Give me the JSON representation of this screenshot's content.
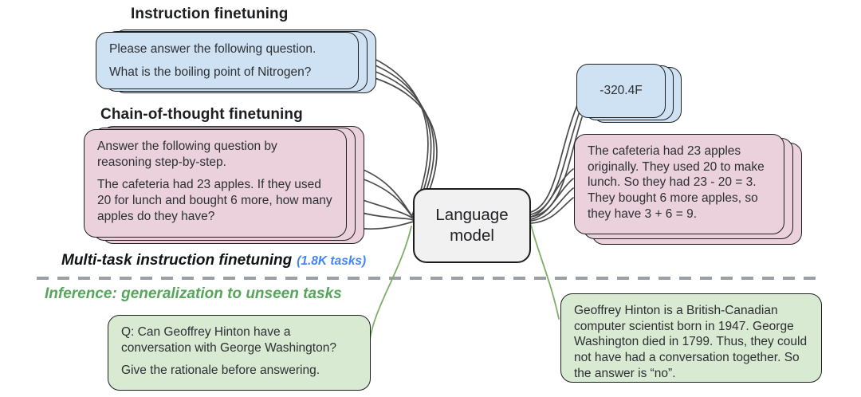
{
  "headings": {
    "instruction_finetuning": "Instruction finetuning",
    "cot_finetuning": "Chain-of-thought finetuning"
  },
  "section_labels": {
    "finetuning": "Multi-task instruction finetuning",
    "finetuning_tasks": "(1.8K tasks)",
    "inference": "Inference: generalization to unseen tasks"
  },
  "model_box": {
    "label": "Language model"
  },
  "cards": {
    "instruction_example": {
      "line1": "Please answer the following question.",
      "line2": "What is the boiling point of Nitrogen?"
    },
    "instruction_output": "-320.4F",
    "cot_example": {
      "line1": "Answer the following question by reasoning step-by-step.",
      "line2": "The cafeteria had 23 apples. If they used 20 for lunch and bought 6 more, how many apples do they have?"
    },
    "cot_output": "The cafeteria had 23 apples originally. They used 20 to make lunch. So they had 23 - 20 = 3. They bought 6 more apples, so they have 3 + 6 = 9.",
    "inference_prompt": {
      "line1": "Q: Can Geoffrey Hinton have a conversation with George Washington?",
      "line2": "Give the rationale before answering."
    },
    "inference_output": "Geoffrey Hinton is a British-Canadian computer scientist born in 1947. George Washington died in 1799. Thus, they could not have had a conversation together. So the answer is “no”."
  },
  "colors": {
    "blue_card": "#cfe2f3",
    "pink_card": "#ead1dc",
    "green_card": "#d9ead3",
    "model_box_fill": "#f1f1f1",
    "card_border": "#1f1f1f",
    "accent_blue_text": "#4285f4",
    "accent_green_text": "#57a55c",
    "connector_dark": "#4a4a4a",
    "connector_green": "#7daf67",
    "dashed_divider": "#9aa0a6"
  }
}
